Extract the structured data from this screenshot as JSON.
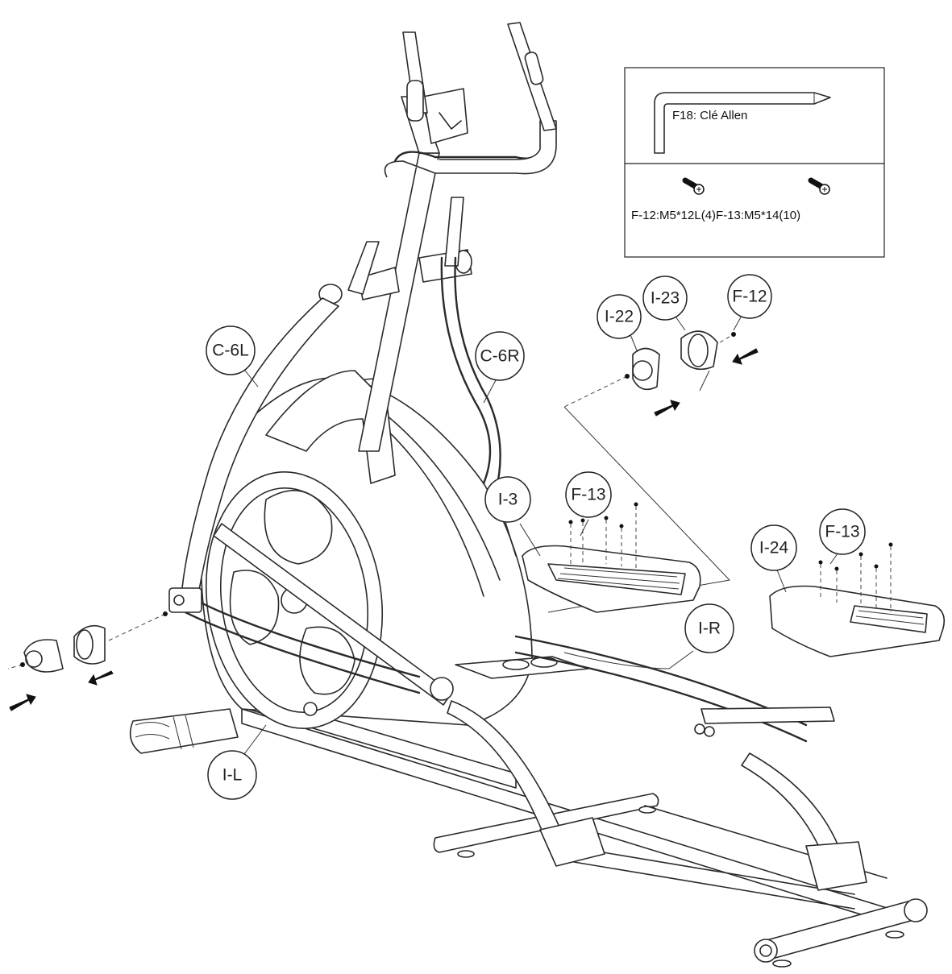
{
  "callouts": {
    "c6l": "C-6L",
    "c6r": "C-6R",
    "i22": "I-22",
    "i23": "I-23",
    "f12": "F-12",
    "i3": "I-3",
    "f13a": "F-13",
    "i24": "I-24",
    "f13b": "F-13",
    "ir": "I-R",
    "il": "I-L"
  },
  "hardware_box": {
    "tool_label": "F18: Clé Allen",
    "screws_label": "F-12:M5*12L(4)F-13:M5*14(10)"
  }
}
